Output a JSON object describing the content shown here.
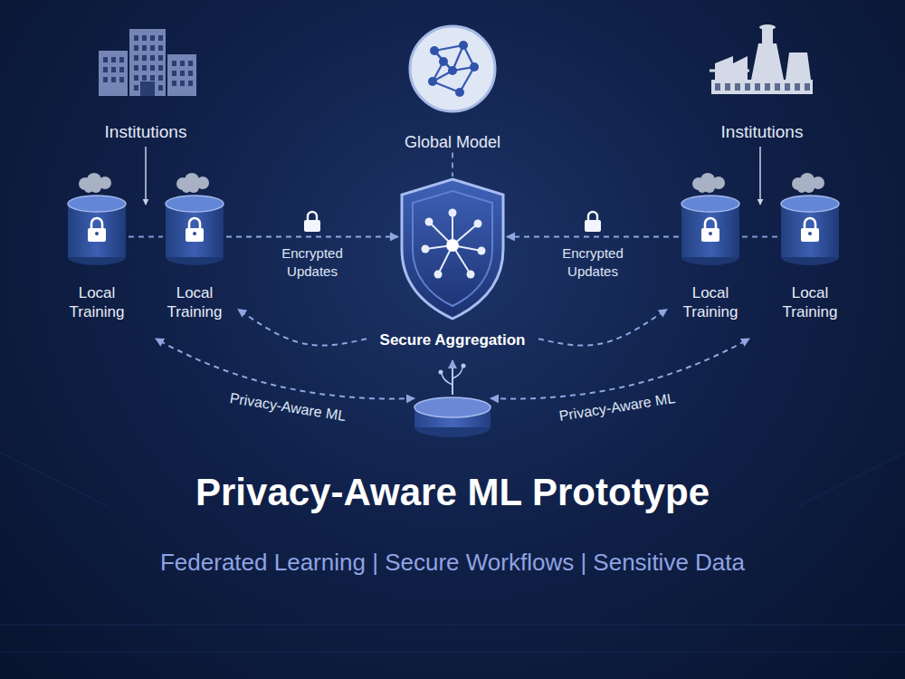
{
  "diagram": {
    "title": "Privacy-Aware ML Prototype",
    "caption": "Federated Learning | Secure Workflows | Sensitive Data",
    "nodes": [
      {
        "text": [
          "Institutions"
        ]
      },
      {
        "text": [
          "Global Model"
        ]
      },
      {
        "text": [
          "Institutions"
        ]
      },
      {
        "text": [
          "Local Training"
        ]
      },
      {
        "text": [
          "Local Training"
        ]
      },
      {
        "text": [
          "Secure Aggregation"
        ]
      },
      {
        "text": [
          "Local Training"
        ]
      },
      {
        "text": [
          "Local Training"
        ]
      }
    ],
    "edges": [
      {
        "from": 3,
        "to": 4,
        "arrow": "none"
      },
      {
        "from": 4,
        "to": 5,
        "label": "Encrypted Updates",
        "arrow": "to"
      },
      {
        "from": 6,
        "to": 5,
        "label": "Encrypted Updates",
        "arrow": "to"
      },
      {
        "from": 6,
        "to": 7,
        "arrow": "none"
      },
      {
        "from": 5,
        "to": 4,
        "arrow": "to"
      },
      {
        "from": 5,
        "to": 6,
        "arrow": "to"
      },
      {
        "from": 1,
        "to": 5,
        "arrow": "none"
      }
    ],
    "labels": [
      "Privacy-Aware ML",
      "Privacy-Aware ML"
    ]
  }
}
